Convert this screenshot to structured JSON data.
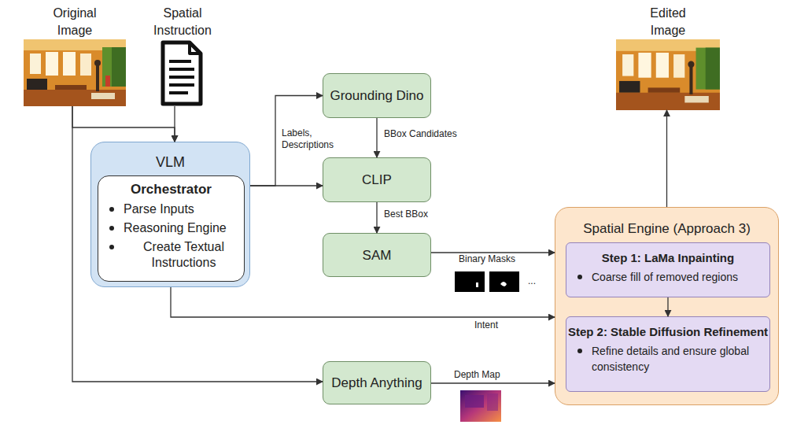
{
  "diagram": {
    "nodes": [
      {
        "text": [
          "Original Image"
        ]
      },
      {
        "text": [
          "Spatial Instruction"
        ]
      },
      {
        "text": [
          "Edited Image"
        ]
      },
      {
        "text": [
          "VLM"
        ]
      },
      {
        "text": [
          "Orchestrator",
          "Parse Inputs",
          "Reasoning Engine",
          "Create Textual Instructions"
        ],
        "in": 3
      },
      {
        "text": [
          "Grounding Dino"
        ]
      },
      {
        "text": [
          "CLIP"
        ]
      },
      {
        "text": [
          "SAM"
        ]
      },
      {
        "text": [
          "Depth Anything"
        ]
      },
      {
        "text": [
          "Spatial Engine (Approach 3)"
        ]
      },
      {
        "text": [
          "Step 1: LaMa Inpainting",
          "Coarse fill of removed regions"
        ],
        "in": 9
      },
      {
        "text": [
          "Step 2: Stable Diffusion Refinement",
          "Refine details and ensure global consistency"
        ],
        "in": 9
      }
    ],
    "edges": [
      {
        "from": 0,
        "to": 3,
        "arrow": "to"
      },
      {
        "from": 1,
        "to": 3,
        "arrow": "to"
      },
      {
        "from": 3,
        "to": 5,
        "label": "Labels, Descriptions",
        "arrow": "to"
      },
      {
        "from": 3,
        "to": 6,
        "arrow": "to"
      },
      {
        "from": 5,
        "to": 6,
        "label": "BBox Candidates",
        "arrow": "to"
      },
      {
        "from": 6,
        "to": 7,
        "label": "Best BBox",
        "arrow": "to"
      },
      {
        "from": 7,
        "to": 9,
        "label": "Binary Masks",
        "arrow": "to"
      },
      {
        "from": 3,
        "to": 9,
        "label": "Intent",
        "arrow": "to"
      },
      {
        "from": 0,
        "to": 8,
        "arrow": "to"
      },
      {
        "from": 8,
        "to": 9,
        "label": "Depth Map",
        "arrow": "to"
      },
      {
        "from": 10,
        "to": 11,
        "arrow": "to"
      },
      {
        "from": 9,
        "to": 2,
        "arrow": "to"
      }
    ],
    "labels": [
      "..."
    ]
  }
}
